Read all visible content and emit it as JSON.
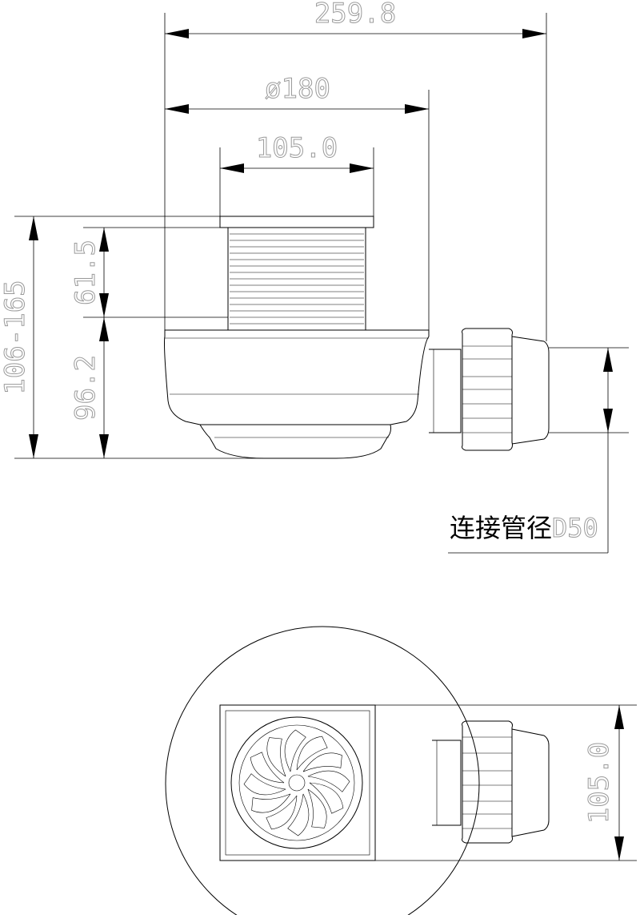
{
  "dimensions": {
    "overall_width": "259.8",
    "body_diameter": "ø180",
    "flange_width": "105.0",
    "total_height": "106-165",
    "thread_height": "61.5",
    "body_height": "96.2",
    "plan_square": "105.0"
  },
  "outlet_label": {
    "text": "连接管径",
    "size": "D50"
  },
  "colors": {
    "line": "#000000",
    "dimension_text_outline": "#9a9a9a"
  }
}
